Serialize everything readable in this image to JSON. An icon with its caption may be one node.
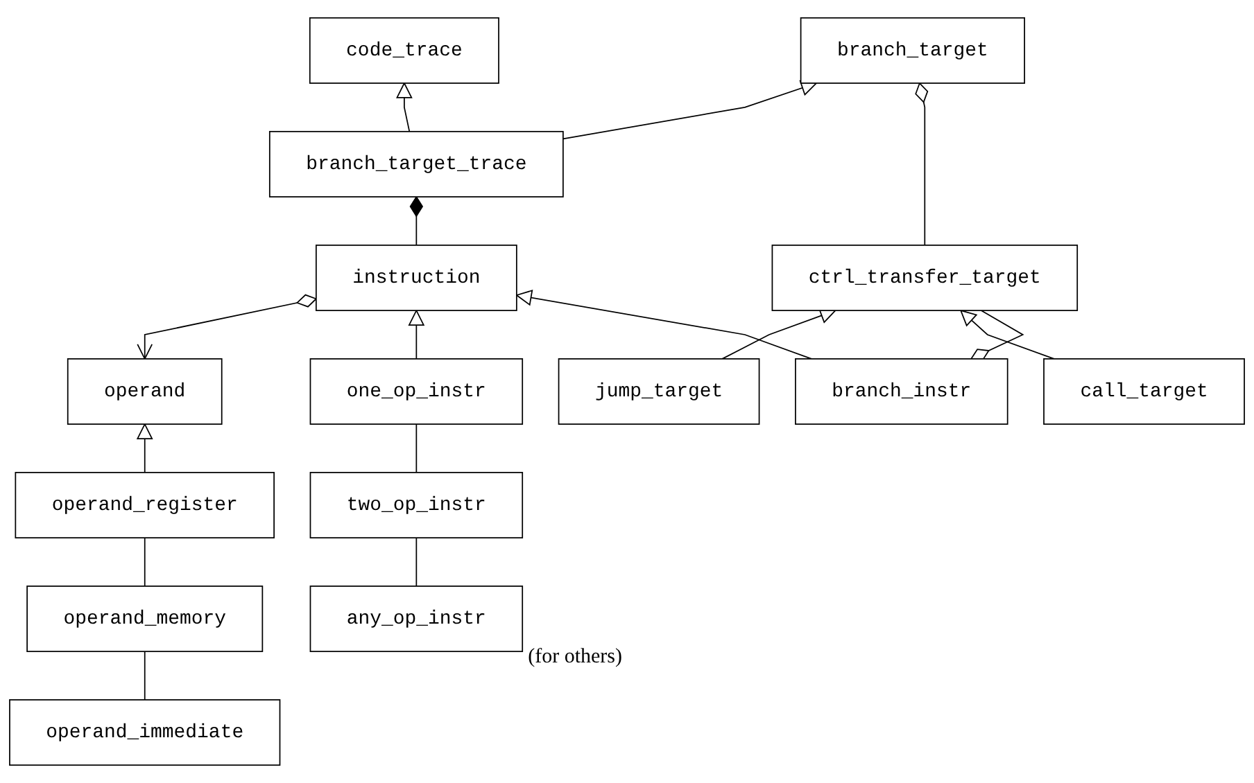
{
  "diagram": {
    "nodes": [
      {
        "text": [
          "code_trace"
        ]
      },
      {
        "text": [
          "branch_target"
        ]
      },
      {
        "text": [
          "branch_target_trace"
        ]
      },
      {
        "text": [
          "ctrl_transfer_target"
        ]
      },
      {
        "text": [
          "jump_target"
        ]
      },
      {
        "text": [
          "call_target"
        ]
      },
      {
        "text": [
          "instruction"
        ]
      },
      {
        "text": [
          "operand"
        ]
      },
      {
        "text": [
          "one_op_instr"
        ]
      },
      {
        "text": [
          "branch_instr"
        ]
      },
      {
        "text": [
          "operand_register"
        ]
      },
      {
        "text": [
          "two_op_instr"
        ]
      },
      {
        "text": [
          "operand_memory"
        ]
      },
      {
        "text": [
          "any_op_instr"
        ],
        "beside": [
          "(for others)"
        ]
      },
      {
        "text": [
          "operand_immediate"
        ]
      }
    ],
    "edges": [
      {
        "from": 2,
        "to": 0,
        "arrow": "to"
      },
      {
        "from": 2,
        "to": 1,
        "arrow": "to"
      },
      {
        "from": 1,
        "to": 3,
        "arrow": "other"
      },
      {
        "from": 4,
        "to": 3,
        "arrow": "to"
      },
      {
        "from": 5,
        "to": 3,
        "arrow": "to"
      },
      {
        "from": 2,
        "to": 6,
        "arrow": "other"
      },
      {
        "from": 6,
        "to": 7,
        "arrow": "to"
      },
      {
        "from": 9,
        "to": 3,
        "arrow": "other"
      },
      {
        "from": 8,
        "to": 6,
        "arrow": "to"
      },
      {
        "from": 9,
        "to": 6,
        "arrow": "to"
      },
      {
        "from": 10,
        "to": 7,
        "arrow": "to"
      },
      {
        "from": 8,
        "to": 11,
        "arrow": "none"
      },
      {
        "from": 11,
        "to": 13,
        "arrow": "none"
      },
      {
        "from": 10,
        "to": 12,
        "arrow": "none"
      },
      {
        "from": 12,
        "to": 14,
        "arrow": "none"
      }
    ]
  }
}
